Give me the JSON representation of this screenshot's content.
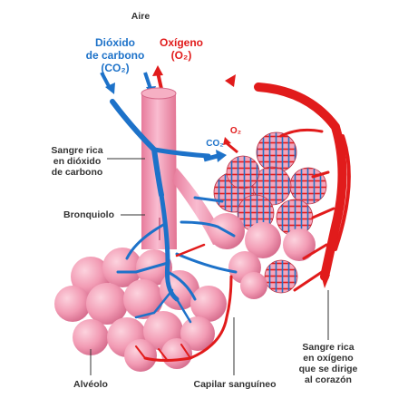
{
  "labels": {
    "air": "Aire",
    "co2_name_line1": "Dióxido",
    "co2_name_line2": "de carbono",
    "co2_formula": "(CO₂)",
    "o2_name": "Oxígeno",
    "o2_formula": "(O₂)",
    "blood_co2_line1": "Sangre rica",
    "blood_co2_line2": "en dióxido",
    "blood_co2_line3": "de carbono",
    "bronchiole": "Bronquiolo",
    "alveolus": "Alvéolo",
    "capillary": "Capilar sanguíneo",
    "blood_o2_line1": "Sangre rica",
    "blood_o2_line2": "en oxígeno",
    "blood_o2_line3": "que se dirige",
    "blood_o2_line4": "al corazón",
    "co2_small": "CO₂",
    "o2_small": "O₂"
  },
  "colors": {
    "deoxygenated": "#1d72c9",
    "oxygenated": "#e11b1b",
    "tissue": "#f3a2b6",
    "tissue_dark": "#e07896",
    "text": "#333333"
  }
}
